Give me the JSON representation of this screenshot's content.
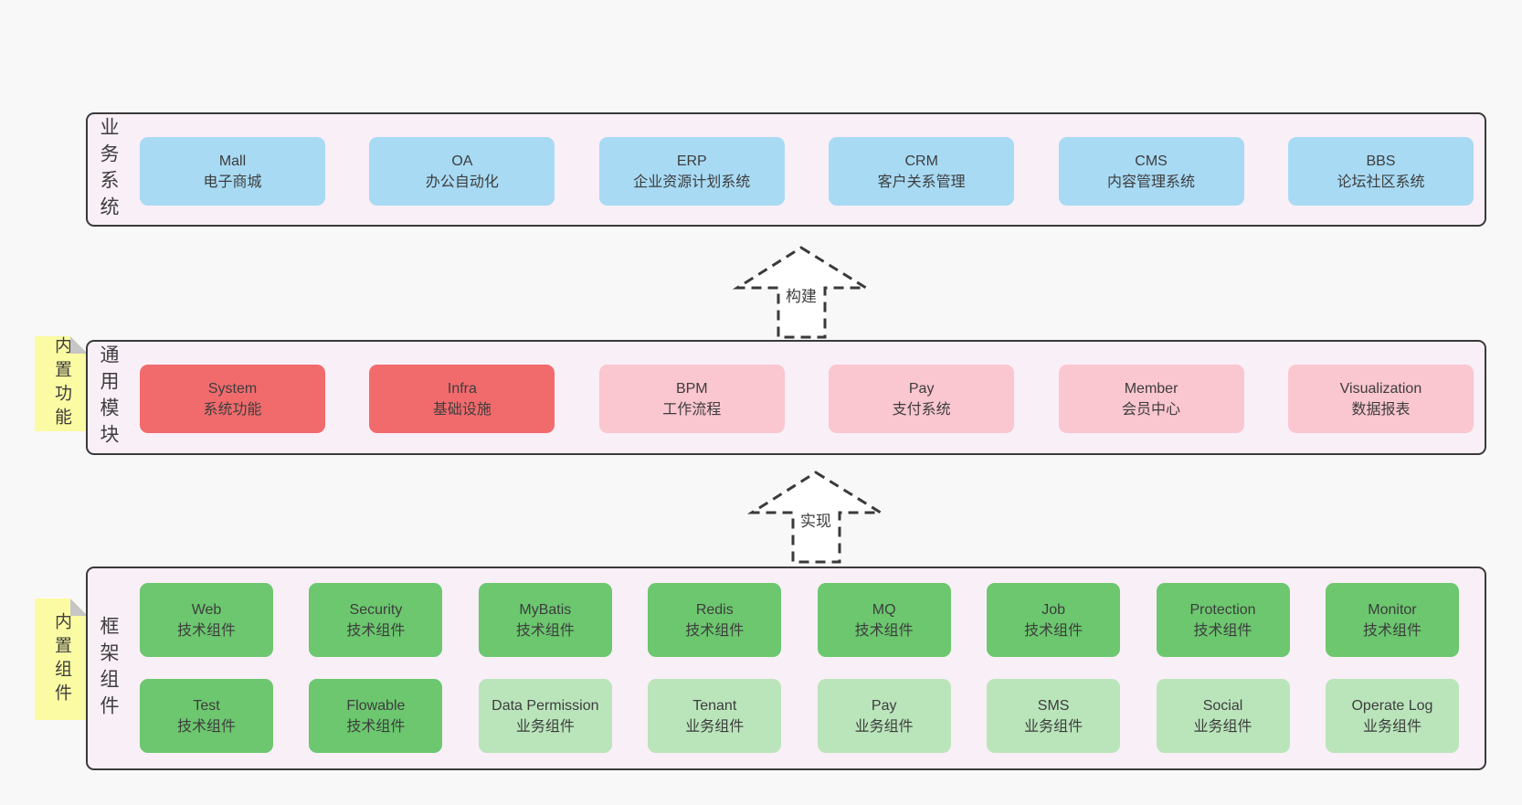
{
  "page": {
    "background": "#f8f8f8"
  },
  "colors": {
    "blue": "#a8daf4",
    "red": "#f16b6d",
    "pink": "#fac6d0",
    "green": "#6cc76f",
    "lightgreen": "#bae5bb",
    "note_yellow": "#fbfba3",
    "note_fold_grey": "#c6c6c6",
    "section_background": "#f9eff7",
    "section_border": "#3a3a3a",
    "text": "#3d3d3d"
  },
  "arrows": [
    {
      "label": "构建"
    },
    {
      "label": "实现"
    }
  ],
  "sections": [
    {
      "id": "business",
      "side_label": "业务系统",
      "note": null,
      "rows": [
        [
          {
            "en": "Mall",
            "cn": "电子商城",
            "variant": "blue"
          },
          {
            "en": "OA",
            "cn": "办公自动化",
            "variant": "blue"
          },
          {
            "en": "ERP",
            "cn": "企业资源计划系统",
            "variant": "blue"
          },
          {
            "en": "CRM",
            "cn": "客户关系管理",
            "variant": "blue"
          },
          {
            "en": "CMS",
            "cn": "内容管理系统",
            "variant": "blue"
          },
          {
            "en": "BBS",
            "cn": "论坛社区系统",
            "variant": "blue"
          }
        ]
      ]
    },
    {
      "id": "modules",
      "side_label": "通用模块",
      "note": "内置功能",
      "rows": [
        [
          {
            "en": "System",
            "cn": "系统功能",
            "variant": "red"
          },
          {
            "en": "Infra",
            "cn": "基础设施",
            "variant": "red"
          },
          {
            "en": "BPM",
            "cn": "工作流程",
            "variant": "pink"
          },
          {
            "en": "Pay",
            "cn": "支付系统",
            "variant": "pink"
          },
          {
            "en": "Member",
            "cn": "会员中心",
            "variant": "pink"
          },
          {
            "en": "Visualization",
            "cn": "数据报表",
            "variant": "pink"
          }
        ]
      ]
    },
    {
      "id": "components",
      "side_label": "框架组件",
      "note": "内置组件",
      "rows": [
        [
          {
            "en": "Web",
            "cn": "技术组件",
            "variant": "green"
          },
          {
            "en": "Security",
            "cn": "技术组件",
            "variant": "green"
          },
          {
            "en": "MyBatis",
            "cn": "技术组件",
            "variant": "green"
          },
          {
            "en": "Redis",
            "cn": "技术组件",
            "variant": "green"
          },
          {
            "en": "MQ",
            "cn": "技术组件",
            "variant": "green"
          },
          {
            "en": "Job",
            "cn": "技术组件",
            "variant": "green"
          },
          {
            "en": "Protection",
            "cn": "技术组件",
            "variant": "green"
          },
          {
            "en": "Monitor",
            "cn": "技术组件",
            "variant": "green"
          }
        ],
        [
          {
            "en": "Test",
            "cn": "技术组件",
            "variant": "green"
          },
          {
            "en": "Flowable",
            "cn": "技术组件",
            "variant": "green"
          },
          {
            "en": "Data Permission",
            "cn": "业务组件",
            "variant": "lightgreen"
          },
          {
            "en": "Tenant",
            "cn": "业务组件",
            "variant": "lightgreen"
          },
          {
            "en": "Pay",
            "cn": "业务组件",
            "variant": "lightgreen"
          },
          {
            "en": "SMS",
            "cn": "业务组件",
            "variant": "lightgreen"
          },
          {
            "en": "Social",
            "cn": "业务组件",
            "variant": "lightgreen"
          },
          {
            "en": "Operate Log",
            "cn": "业务组件",
            "variant": "lightgreen"
          }
        ]
      ]
    }
  ]
}
